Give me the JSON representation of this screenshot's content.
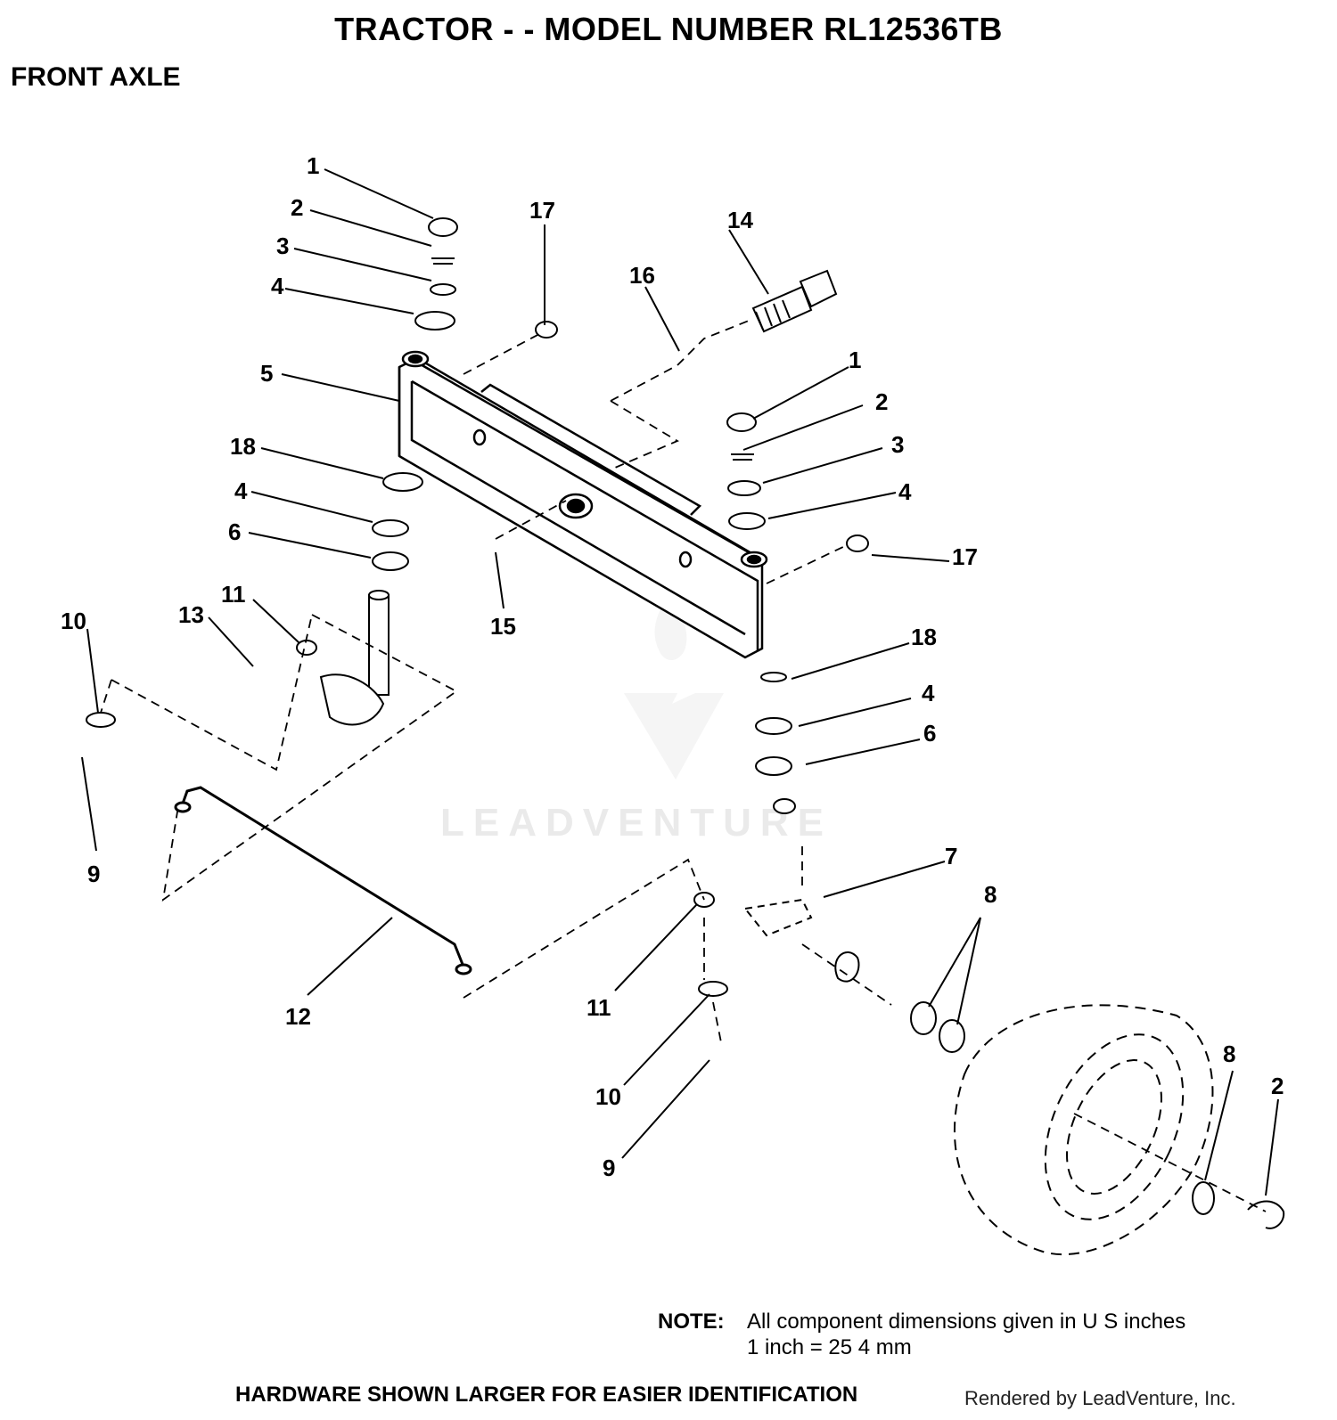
{
  "header": {
    "title": "TRACTOR - - MODEL NUMBER RL12536TB",
    "section": "FRONT AXLE"
  },
  "callouts": [
    {
      "id": "c1a",
      "label": "1"
    },
    {
      "id": "c2a",
      "label": "2"
    },
    {
      "id": "c3a",
      "label": "3"
    },
    {
      "id": "c4a",
      "label": "4"
    },
    {
      "id": "c5",
      "label": "5"
    },
    {
      "id": "c18a",
      "label": "18"
    },
    {
      "id": "c4b",
      "label": "4"
    },
    {
      "id": "c6a",
      "label": "6"
    },
    {
      "id": "c11a",
      "label": "11"
    },
    {
      "id": "c13",
      "label": "13"
    },
    {
      "id": "c10a",
      "label": "10"
    },
    {
      "id": "c9a",
      "label": "9"
    },
    {
      "id": "c12",
      "label": "12"
    },
    {
      "id": "c17a",
      "label": "17"
    },
    {
      "id": "c16",
      "label": "16"
    },
    {
      "id": "c14",
      "label": "14"
    },
    {
      "id": "c15",
      "label": "15"
    },
    {
      "id": "c1b",
      "label": "1"
    },
    {
      "id": "c2b",
      "label": "2"
    },
    {
      "id": "c3b",
      "label": "3"
    },
    {
      "id": "c4c",
      "label": "4"
    },
    {
      "id": "c17b",
      "label": "17"
    },
    {
      "id": "c18b",
      "label": "18"
    },
    {
      "id": "c4d",
      "label": "4"
    },
    {
      "id": "c6b",
      "label": "6"
    },
    {
      "id": "c7",
      "label": "7"
    },
    {
      "id": "c8a",
      "label": "8"
    },
    {
      "id": "c11b",
      "label": "11"
    },
    {
      "id": "c10b",
      "label": "10"
    },
    {
      "id": "c9b",
      "label": "9"
    },
    {
      "id": "c8b",
      "label": "8"
    },
    {
      "id": "c2c",
      "label": "2"
    }
  ],
  "watermark": {
    "text": "LEADVENTURE"
  },
  "note": {
    "label": "NOTE:",
    "line1": "All component dimensions given in U S  inches",
    "line2": "1 inch = 25 4 mm"
  },
  "footer": {
    "hardware": "HARDWARE SHOWN LARGER FOR EASIER IDENTIFICATION",
    "rendered_by": "Rendered by LeadVenture, Inc."
  }
}
